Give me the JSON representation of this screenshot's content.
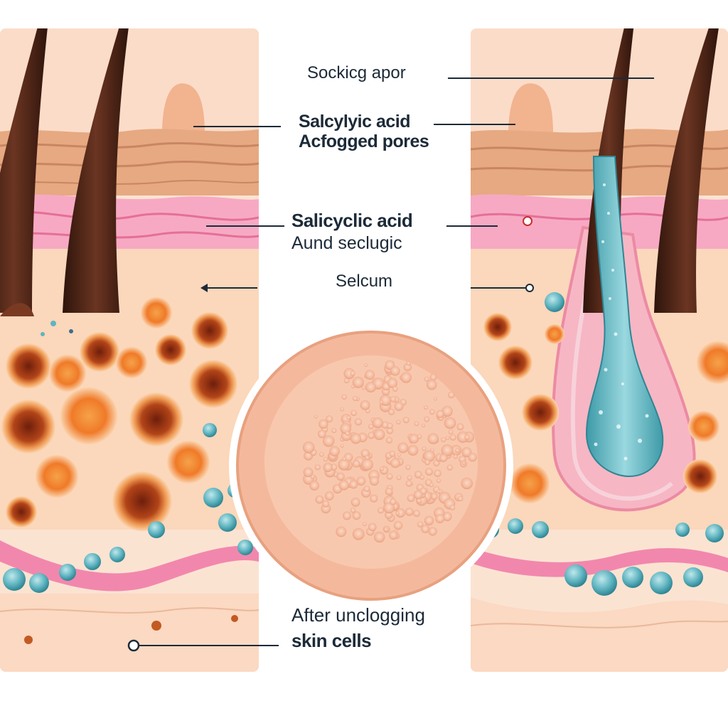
{
  "labels": {
    "soaking_apor": "Sockicg apor",
    "salcylic_acid": "Salcylyic acid",
    "acfogged_pores": "Acfogged pores",
    "salicyclic_acid": "Salicyclic acid",
    "aund_seclugic": "Aund seclugic",
    "selcum": "Selcum",
    "after_unclogging": "After unclogging",
    "skin_cells": "skin cells"
  },
  "colors": {
    "skin_light": "#f8d2b8",
    "skin_mid": "#f2b48e",
    "epidermis": "#e9a77d",
    "pink_layer": "#f59bb8",
    "hair": "#4a2416",
    "pore_orange": "#f08a3c",
    "pore_dark": "#8a2c12",
    "teal_cells": "#5fb4c0",
    "serum_blue": "#6cc3cf",
    "leader_line": "#1c2a38"
  }
}
